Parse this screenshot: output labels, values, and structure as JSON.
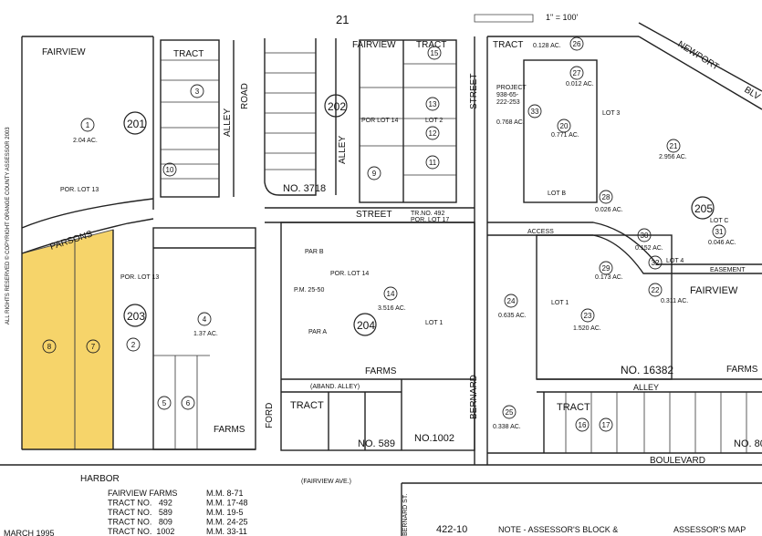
{
  "map": {
    "page_number": "21",
    "scale": "1\" = 100'",
    "bottom_page_ref": "422-10",
    "date": "MARCH 1995",
    "copyright": "ALL RIGHTS RESERVED © COPYRIGHT ORANGE COUNTY ASSESSOR 2003",
    "note": "NOTE - ASSESSOR'S BLOCK &",
    "note2": "ASSESSOR'S MAP",
    "highlight_color": "#f6d46a"
  },
  "streets": {
    "fairview_nw": "FAIRVIEW",
    "fairview_tract": "FAIRVIEW",
    "tract_label": "TRACT",
    "tract_top_right": "TRACT",
    "road": "ROAD",
    "alley_v": "ALLEY",
    "alley_v2": "ALLEY",
    "street_v": "STREET",
    "street_h": "STREET",
    "parsons": "PARSONS",
    "newport": "NEWPORT",
    "blvd": "BLV",
    "fairview_right": "FAIRVIEW",
    "farms_right": "FARMS",
    "farms_left": "FARMS",
    "farms_mid": "FARMS",
    "ford": "FORD",
    "bernard": "BERNARD",
    "bernard_st": "BERNARD ST.",
    "harbor": "HARBOR",
    "boulevard": "BOULEVARD",
    "fairview_ave": "(FAIRVIEW AVE.)",
    "alley_bottom": "ALLEY",
    "abando_alley": "(ABAND. ALLEY)",
    "access": "ACCESS",
    "easement": "EASEMENT",
    "tract_bottom_mid": "TRACT",
    "tract_bottom_right": "TRACT"
  },
  "blocks": {
    "b201": "201",
    "b202": "202",
    "b203": "203",
    "b204": "204",
    "b205": "205"
  },
  "tracts": {
    "no3718": "NO. 3718",
    "no16382": "NO. 16382",
    "no589": "NO. 589",
    "no1002": "NO.1002",
    "no_bottom_right": "NO. 80"
  },
  "lot_labels": {
    "por_lot_13": "POR. LOT 13",
    "por_lot_13b": "POR. LOT 13",
    "por_lot_14": "POR. LOT 14",
    "por_lot_14b": "POR LOT 14",
    "lot_2": "LOT 2",
    "lot_1": "LOT 1",
    "lot_1b": "LOT 1",
    "lot_3": "LOT 3",
    "lot_4": "LOT 4",
    "lot_c": "LOT C",
    "lot_b": "LOT B",
    "par_a": "PAR A",
    "par_b": "PAR B",
    "pm": "P.M. 25-50",
    "tr492": "TR.NO. 492",
    "por_lot_17": "POR. LOT 17",
    "project": "PROJECT",
    "project_no": "938-65-",
    "project_no2": "222-253"
  },
  "acreage": {
    "a1": "2.04 AC.",
    "a4": "1.37 AC.",
    "a14": "3.516 AC.",
    "a20": "0.771 AC.",
    "a21": "2.956 AC.",
    "a24": "0.635 AC.",
    "a23": "1.520 AC.",
    "a25": "0.338 AC.",
    "a27": "0.012 AC.",
    "a28": "0.026 AC.",
    "a29": "0.173 AC.",
    "a30": "0.152 AC.",
    "a31": "0.046 AC.",
    "a22": "0.311 AC.",
    "a33": "0.768 AC.",
    "a26": "0.128 AC."
  },
  "legend": [
    {
      "name": "FAIRVIEW FARMS",
      "mm": "M.M. 8-71"
    },
    {
      "name": "TRACT NO.   492",
      "mm": "M.M. 17-48"
    },
    {
      "name": "TRACT NO.   589",
      "mm": "M.M. 19-5"
    },
    {
      "name": "TRACT NO.   809",
      "mm": "M.M. 24-25"
    },
    {
      "name": "TRACT NO.  1002",
      "mm": "M.M. 33-11"
    }
  ],
  "parcels": [
    "1",
    "2",
    "3",
    "4",
    "5",
    "6",
    "7",
    "8",
    "9",
    "10",
    "11",
    "12",
    "13",
    "14",
    "15",
    "16",
    "17",
    "20",
    "21",
    "22",
    "23",
    "24",
    "25",
    "26",
    "27",
    "28",
    "29",
    "30",
    "31",
    "32",
    "33"
  ]
}
